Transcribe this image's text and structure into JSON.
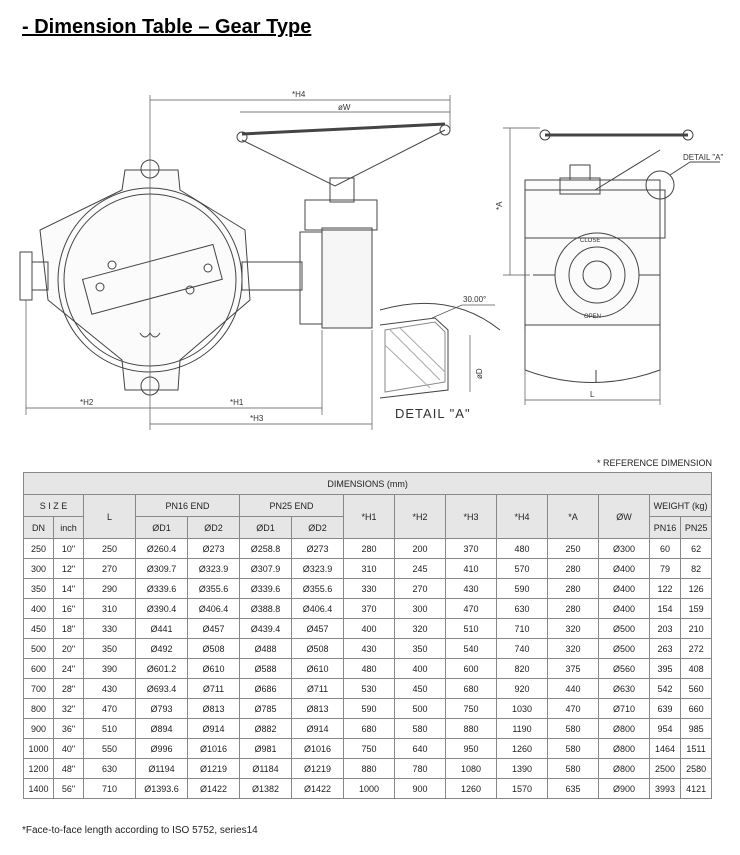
{
  "title": "- Dimension Table – Gear Type",
  "drawing": {
    "labels": {
      "h4": "*H4",
      "w": "øW",
      "h2": "*H2",
      "h1": "*H1",
      "h3": "*H3",
      "a": "*A",
      "l": "L",
      "detail_ref": "DETAIL \"A\"",
      "angle": "30.00°",
      "d": "øD",
      "detail_title": "DETAIL \"A\"",
      "close": "CLOSE",
      "open": "OPEN"
    }
  },
  "table": {
    "reference_note": "* REFERENCE DIMENSION",
    "group_header": "DIMENSIONS (mm)",
    "size_header": "S I Z E",
    "dn": "DN",
    "inch": "inch",
    "l": "L",
    "pn16_end": "PN16 END",
    "pn25_end": "PN25 END",
    "d1": "ØD1",
    "d2": "ØD2",
    "h1": "*H1",
    "h2": "*H2",
    "h3": "*H3",
    "h4": "*H4",
    "a": "*A",
    "w": "ØW",
    "weight": "WEIGHT (kg)",
    "pn16": "PN16",
    "pn25": "PN25",
    "rows": [
      [
        "250",
        "10\"",
        "250",
        "Ø260.4",
        "Ø273",
        "Ø258.8",
        "Ø273",
        "280",
        "200",
        "370",
        "480",
        "250",
        "Ø300",
        "60",
        "62"
      ],
      [
        "300",
        "12\"",
        "270",
        "Ø309.7",
        "Ø323.9",
        "Ø307.9",
        "Ø323.9",
        "310",
        "245",
        "410",
        "570",
        "280",
        "Ø400",
        "79",
        "82"
      ],
      [
        "350",
        "14\"",
        "290",
        "Ø339.6",
        "Ø355.6",
        "Ø339.6",
        "Ø355.6",
        "330",
        "270",
        "430",
        "590",
        "280",
        "Ø400",
        "122",
        "126"
      ],
      [
        "400",
        "16\"",
        "310",
        "Ø390.4",
        "Ø406.4",
        "Ø388.8",
        "Ø406.4",
        "370",
        "300",
        "470",
        "630",
        "280",
        "Ø400",
        "154",
        "159"
      ],
      [
        "450",
        "18\"",
        "330",
        "Ø441",
        "Ø457",
        "Ø439.4",
        "Ø457",
        "400",
        "320",
        "510",
        "710",
        "320",
        "Ø500",
        "203",
        "210"
      ],
      [
        "500",
        "20\"",
        "350",
        "Ø492",
        "Ø508",
        "Ø488",
        "Ø508",
        "430",
        "350",
        "540",
        "740",
        "320",
        "Ø500",
        "263",
        "272"
      ],
      [
        "600",
        "24\"",
        "390",
        "Ø601.2",
        "Ø610",
        "Ø588",
        "Ø610",
        "480",
        "400",
        "600",
        "820",
        "375",
        "Ø560",
        "395",
        "408"
      ],
      [
        "700",
        "28\"",
        "430",
        "Ø693.4",
        "Ø711",
        "Ø686",
        "Ø711",
        "530",
        "450",
        "680",
        "920",
        "440",
        "Ø630",
        "542",
        "560"
      ],
      [
        "800",
        "32\"",
        "470",
        "Ø793",
        "Ø813",
        "Ø785",
        "Ø813",
        "590",
        "500",
        "750",
        "1030",
        "470",
        "Ø710",
        "639",
        "660"
      ],
      [
        "900",
        "36\"",
        "510",
        "Ø894",
        "Ø914",
        "Ø882",
        "Ø914",
        "680",
        "580",
        "880",
        "1190",
        "580",
        "Ø800",
        "954",
        "985"
      ],
      [
        "1000",
        "40\"",
        "550",
        "Ø996",
        "Ø1016",
        "Ø981",
        "Ø1016",
        "750",
        "640",
        "950",
        "1260",
        "580",
        "Ø800",
        "1464",
        "1511"
      ],
      [
        "1200",
        "48\"",
        "630",
        "Ø1194",
        "Ø1219",
        "Ø1184",
        "Ø1219",
        "880",
        "780",
        "1080",
        "1390",
        "580",
        "Ø800",
        "2500",
        "2580"
      ],
      [
        "1400",
        "56\"",
        "710",
        "Ø1393.6",
        "Ø1422",
        "Ø1382",
        "Ø1422",
        "1000",
        "900",
        "1260",
        "1570",
        "635",
        "Ø900",
        "3993",
        "4121"
      ]
    ]
  },
  "footnote": "*Face-to-face length according to ISO 5752, series14"
}
